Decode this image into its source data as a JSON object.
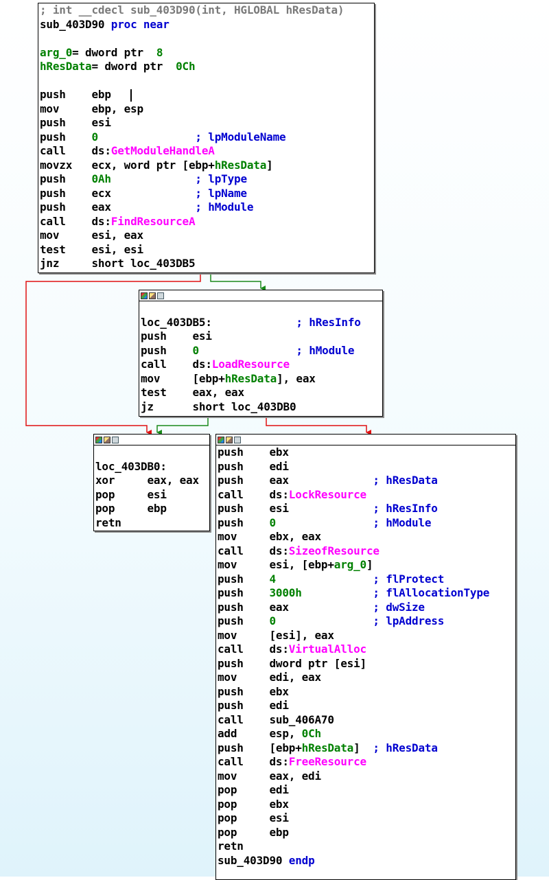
{
  "colors": {
    "edge_false": "#e01010",
    "edge_true": "#1a8a1a",
    "comment": "#0000d0",
    "import": "#ff00ff",
    "number": "#008000"
  },
  "header_icons": [
    "color-icon",
    "edit-icon",
    "graph-icon"
  ],
  "nodes": [
    {
      "id": "sub_403D90",
      "has_header": false,
      "lines": [
        [
          {
            "c": "cm",
            "t": "; int __cdecl sub_403D90(int, HGLOBAL hResData)"
          }
        ],
        [
          {
            "c": "lbl",
            "t": "sub_403D90 "
          },
          {
            "c": "kw",
            "t": "proc near"
          }
        ],
        [
          {
            "c": "lbl",
            "t": ""
          }
        ],
        [
          {
            "c": "var",
            "t": "arg_0"
          },
          {
            "c": "lbl",
            "t": "= dword ptr  "
          },
          {
            "c": "num",
            "t": "8"
          }
        ],
        [
          {
            "c": "var",
            "t": "hResData"
          },
          {
            "c": "lbl",
            "t": "= dword ptr  "
          },
          {
            "c": "num",
            "t": "0Ch"
          }
        ],
        [
          {
            "c": "lbl",
            "t": ""
          }
        ],
        [
          {
            "c": "lbl",
            "t": "push    ebp   "
          },
          {
            "c": "cursor",
            "t": ""
          }
        ],
        [
          {
            "c": "lbl",
            "t": "mov     ebp, esp"
          }
        ],
        [
          {
            "c": "lbl",
            "t": "push    esi"
          }
        ],
        [
          {
            "c": "lbl",
            "t": "push    "
          },
          {
            "c": "num",
            "t": "0"
          },
          {
            "c": "lbl",
            "t": "               "
          },
          {
            "c": "cmt",
            "t": "; lpModuleName"
          }
        ],
        [
          {
            "c": "lbl",
            "t": "call    ds:"
          },
          {
            "c": "fn",
            "t": "GetModuleHandleA"
          }
        ],
        [
          {
            "c": "lbl",
            "t": "movzx   ecx, word ptr [ebp+"
          },
          {
            "c": "var",
            "t": "hResData"
          },
          {
            "c": "lbl",
            "t": "]"
          }
        ],
        [
          {
            "c": "lbl",
            "t": "push    "
          },
          {
            "c": "num",
            "t": "0Ah"
          },
          {
            "c": "lbl",
            "t": "             "
          },
          {
            "c": "cmt",
            "t": "; lpType"
          }
        ],
        [
          {
            "c": "lbl",
            "t": "push    ecx             "
          },
          {
            "c": "cmt",
            "t": "; lpName"
          }
        ],
        [
          {
            "c": "lbl",
            "t": "push    eax             "
          },
          {
            "c": "cmt",
            "t": "; hModule"
          }
        ],
        [
          {
            "c": "lbl",
            "t": "call    ds:"
          },
          {
            "c": "fn",
            "t": "FindResourceA"
          }
        ],
        [
          {
            "c": "lbl",
            "t": "mov     esi, eax"
          }
        ],
        [
          {
            "c": "lbl",
            "t": "test    esi, esi"
          }
        ],
        [
          {
            "c": "lbl",
            "t": "jnz     short loc_403DB5"
          }
        ]
      ]
    },
    {
      "id": "loc_403DB5",
      "has_header": true,
      "lines": [
        [
          {
            "c": "lbl",
            "t": ""
          }
        ],
        [
          {
            "c": "lbl",
            "t": "loc_403DB5:             "
          },
          {
            "c": "cmt",
            "t": "; hResInfo"
          }
        ],
        [
          {
            "c": "lbl",
            "t": "push    esi"
          }
        ],
        [
          {
            "c": "lbl",
            "t": "push    "
          },
          {
            "c": "num",
            "t": "0"
          },
          {
            "c": "lbl",
            "t": "               "
          },
          {
            "c": "cmt",
            "t": "; hModule"
          }
        ],
        [
          {
            "c": "lbl",
            "t": "call    ds:"
          },
          {
            "c": "fn",
            "t": "LoadResource"
          }
        ],
        [
          {
            "c": "lbl",
            "t": "mov     [ebp+"
          },
          {
            "c": "var",
            "t": "hResData"
          },
          {
            "c": "lbl",
            "t": "], eax"
          }
        ],
        [
          {
            "c": "lbl",
            "t": "test    eax, eax"
          }
        ],
        [
          {
            "c": "lbl",
            "t": "jz      short loc_403DB0"
          }
        ]
      ]
    },
    {
      "id": "loc_403DB0",
      "has_header": true,
      "lines": [
        [
          {
            "c": "lbl",
            "t": ""
          }
        ],
        [
          {
            "c": "lbl",
            "t": "loc_403DB0:"
          }
        ],
        [
          {
            "c": "lbl",
            "t": "xor     eax, eax"
          }
        ],
        [
          {
            "c": "lbl",
            "t": "pop     esi"
          }
        ],
        [
          {
            "c": "lbl",
            "t": "pop     ebp"
          }
        ],
        [
          {
            "c": "lbl",
            "t": "retn"
          }
        ]
      ]
    },
    {
      "id": "block_lock",
      "has_header": true,
      "lines": [
        [
          {
            "c": "lbl",
            "t": "push    ebx"
          }
        ],
        [
          {
            "c": "lbl",
            "t": "push    edi"
          }
        ],
        [
          {
            "c": "lbl",
            "t": "push    eax             "
          },
          {
            "c": "cmt",
            "t": "; hResData"
          }
        ],
        [
          {
            "c": "lbl",
            "t": "call    ds:"
          },
          {
            "c": "fn",
            "t": "LockResource"
          }
        ],
        [
          {
            "c": "lbl",
            "t": "push    esi             "
          },
          {
            "c": "cmt",
            "t": "; hResInfo"
          }
        ],
        [
          {
            "c": "lbl",
            "t": "push    "
          },
          {
            "c": "num",
            "t": "0"
          },
          {
            "c": "lbl",
            "t": "               "
          },
          {
            "c": "cmt",
            "t": "; hModule"
          }
        ],
        [
          {
            "c": "lbl",
            "t": "mov     ebx, eax"
          }
        ],
        [
          {
            "c": "lbl",
            "t": "call    ds:"
          },
          {
            "c": "fn",
            "t": "SizeofResource"
          }
        ],
        [
          {
            "c": "lbl",
            "t": "mov     esi, [ebp+"
          },
          {
            "c": "var",
            "t": "arg_0"
          },
          {
            "c": "lbl",
            "t": "]"
          }
        ],
        [
          {
            "c": "lbl",
            "t": "push    "
          },
          {
            "c": "num",
            "t": "4"
          },
          {
            "c": "lbl",
            "t": "               "
          },
          {
            "c": "cmt",
            "t": "; flProtect"
          }
        ],
        [
          {
            "c": "lbl",
            "t": "push    "
          },
          {
            "c": "num",
            "t": "3000h"
          },
          {
            "c": "lbl",
            "t": "           "
          },
          {
            "c": "cmt",
            "t": "; flAllocationType"
          }
        ],
        [
          {
            "c": "lbl",
            "t": "push    eax             "
          },
          {
            "c": "cmt",
            "t": "; dwSize"
          }
        ],
        [
          {
            "c": "lbl",
            "t": "push    "
          },
          {
            "c": "num",
            "t": "0"
          },
          {
            "c": "lbl",
            "t": "               "
          },
          {
            "c": "cmt",
            "t": "; lpAddress"
          }
        ],
        [
          {
            "c": "lbl",
            "t": "mov     [esi], eax"
          }
        ],
        [
          {
            "c": "lbl",
            "t": "call    ds:"
          },
          {
            "c": "fn",
            "t": "VirtualAlloc"
          }
        ],
        [
          {
            "c": "lbl",
            "t": "push    dword ptr [esi]"
          }
        ],
        [
          {
            "c": "lbl",
            "t": "mov     edi, eax"
          }
        ],
        [
          {
            "c": "lbl",
            "t": "push    ebx"
          }
        ],
        [
          {
            "c": "lbl",
            "t": "push    edi"
          }
        ],
        [
          {
            "c": "lbl",
            "t": "call    sub_406A70"
          }
        ],
        [
          {
            "c": "lbl",
            "t": "add     esp, "
          },
          {
            "c": "num",
            "t": "0Ch"
          }
        ],
        [
          {
            "c": "lbl",
            "t": "push    [ebp+"
          },
          {
            "c": "var",
            "t": "hResData"
          },
          {
            "c": "lbl",
            "t": "]  "
          },
          {
            "c": "cmt",
            "t": "; hResData"
          }
        ],
        [
          {
            "c": "lbl",
            "t": "call    ds:"
          },
          {
            "c": "fn",
            "t": "FreeResource"
          }
        ],
        [
          {
            "c": "lbl",
            "t": "mov     eax, edi"
          }
        ],
        [
          {
            "c": "lbl",
            "t": "pop     edi"
          }
        ],
        [
          {
            "c": "lbl",
            "t": "pop     ebx"
          }
        ],
        [
          {
            "c": "lbl",
            "t": "pop     esi"
          }
        ],
        [
          {
            "c": "lbl",
            "t": "pop     ebp"
          }
        ],
        [
          {
            "c": "lbl",
            "t": "retn"
          }
        ],
        [
          {
            "c": "lbl",
            "t": "sub_403D90 "
          },
          {
            "c": "kw",
            "t": "endp"
          }
        ]
      ]
    }
  ]
}
